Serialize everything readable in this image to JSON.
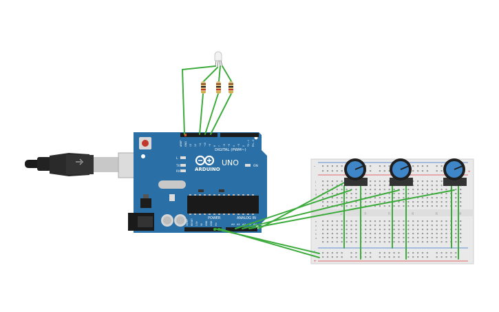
{
  "arduino": {
    "brand": "ARDUINO",
    "model": "UNO",
    "digital_label": "DIGITAL (PWM~)",
    "power_label": "POWER",
    "analog_label": "ANALOG IN",
    "on_label": "ON",
    "l_label": "L",
    "tx_label": "TX",
    "rx_label": "RX",
    "top_pin_labels": [
      "AREF",
      "GND",
      "13",
      "12",
      "~11",
      "~10",
      "~9",
      "8",
      "7",
      "~6",
      "~5",
      "4",
      "~3",
      "2",
      "TX→1",
      "RX←0"
    ],
    "power_pin_labels": [
      "IOREF",
      "RESET",
      "3.3V",
      "5V",
      "GND",
      "GND",
      "Vin"
    ],
    "analog_pin_labels": [
      "A0",
      "A1",
      "A2",
      "A3",
      "A4",
      "A5"
    ]
  },
  "breadboard": {
    "column_numbers_top": [
      "1",
      "5",
      "10",
      "15",
      "20",
      "25",
      "30"
    ],
    "row_letters_top": [
      "j",
      "i",
      "h",
      "g",
      "f"
    ],
    "row_letters_bottom": [
      "e",
      "d",
      "c",
      "b",
      "a"
    ],
    "rail_minus": "-",
    "rail_plus": "+"
  },
  "colors": {
    "wire": "#3cab3c",
    "board": "#2a6fa5",
    "breadboard": "#e9e9e9",
    "pot_knob": "#3f86c8",
    "rail_red": "#e23b3b",
    "rail_blue": "#2f6fcc"
  },
  "components": [
    "rgb-led-icon",
    "resistor-icon",
    "potentiometer-icon",
    "usb-cable-icon"
  ]
}
